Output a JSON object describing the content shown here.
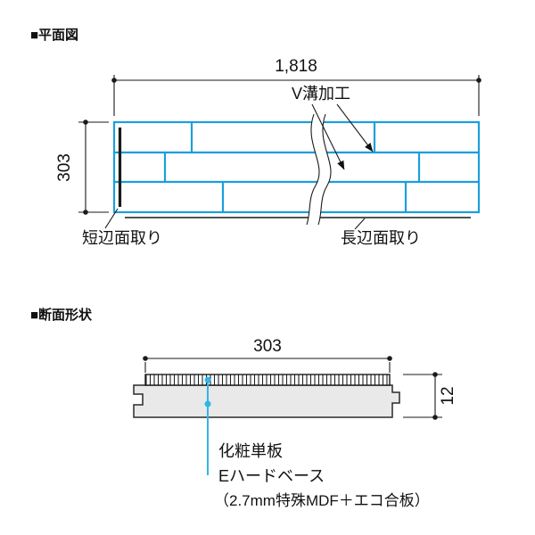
{
  "colors": {
    "background": "#ffffff",
    "plank_blue": "#1b9fdc",
    "leader_cyan": "#2eb6e8",
    "section_fill": "#e9e9e9",
    "line": "#1a1a1a"
  },
  "plan_view": {
    "title": "■平面図",
    "dim_width": "1,818",
    "dim_height": "303",
    "label_v_groove": "V溝加工",
    "label_short_edge": "短辺面取り",
    "label_long_edge": "長辺面取り"
  },
  "cross_section": {
    "title": "■断面形状",
    "dim_width": "303",
    "dim_thickness": "12",
    "label_veneer": "化粧単板",
    "label_base": "Eハードベース",
    "label_base_detail": "（2.7mm特殊MDF＋エコ合板）"
  }
}
